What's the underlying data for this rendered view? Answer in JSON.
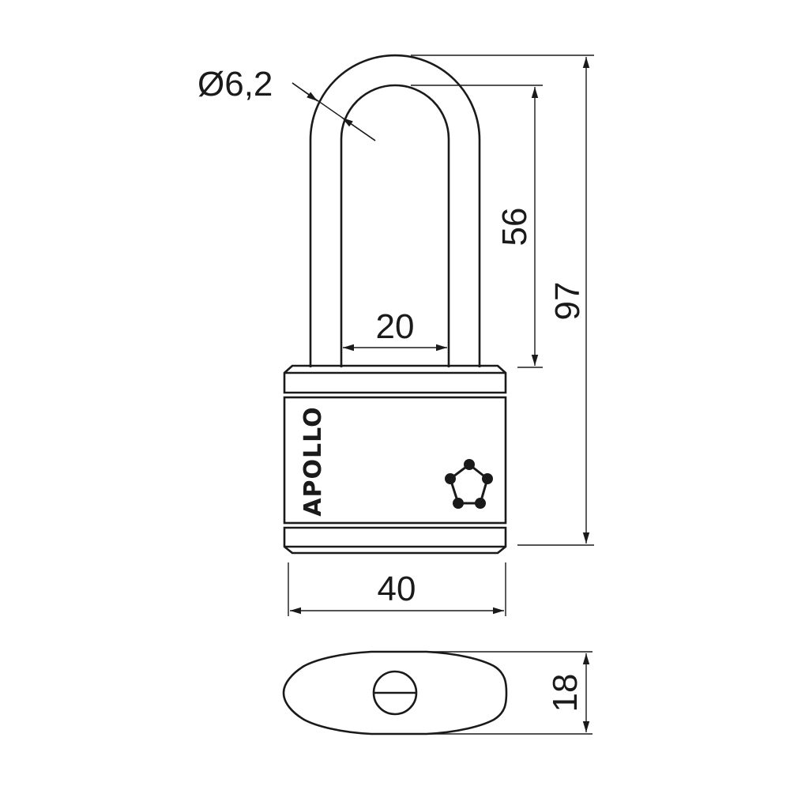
{
  "title": "Padlock dimension drawing",
  "brand_logo": "APOLLO",
  "dimensions": {
    "shackle_diameter": "Ø6,2",
    "total_height": "97",
    "shackle_clearance": "56",
    "shackle_inner_width": "20",
    "body_width": "40",
    "body_thickness": "18"
  },
  "colors": {
    "line": "#1a1a1a",
    "background": "#ffffff"
  }
}
